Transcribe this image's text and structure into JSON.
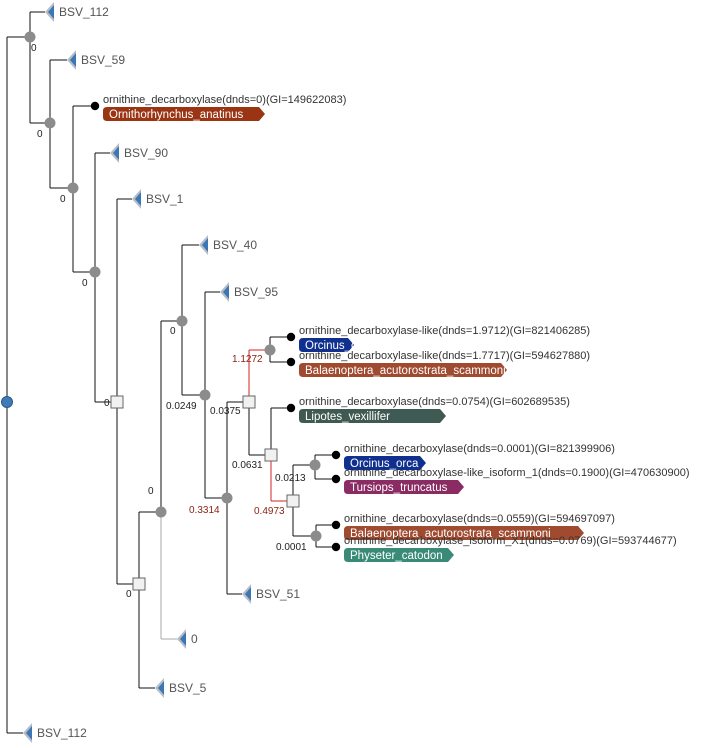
{
  "colors": {
    "branch": "#111111",
    "branch_gray": "#aaaaaa",
    "branch_red": "#d62222",
    "node_gray": "#8c8c8c",
    "root_node": "#3d7bb9",
    "dup_node_fill": "#f1f1f1",
    "leaf_black": "#000000",
    "triangle_light": "#b5bcc8",
    "triangle_blue": "#3c77b3"
  },
  "collapsed_leaves": [
    {
      "id": "c1",
      "label": "BSV_112"
    },
    {
      "id": "c2",
      "label": "BSV_59"
    },
    {
      "id": "c3",
      "label": "BSV_90"
    },
    {
      "id": "c4",
      "label": "BSV_1"
    },
    {
      "id": "c5",
      "label": "BSV_40"
    },
    {
      "id": "c6",
      "label": "BSV_95"
    },
    {
      "id": "c7",
      "label": "BSV_51"
    },
    {
      "id": "c8",
      "label": "0"
    },
    {
      "id": "c9",
      "label": "BSV_5"
    },
    {
      "id": "c10",
      "label": "BSV_112"
    }
  ],
  "gene_leaves": [
    {
      "id": "g1",
      "gene": "ornithine_decarboxylase(dnds=0)(GI=149622083)",
      "species": "Ornithorhynchus_anatinus",
      "species_color": "#9a3412"
    },
    {
      "id": "g2",
      "gene": "ornithine_decarboxylase-like(dnds=1.9712)(GI=821406285)",
      "species": "Orcinus_orca",
      "species_color": "#10308f"
    },
    {
      "id": "g3",
      "gene": "ornithine_decarboxylase-like(dnds=1.7717)(GI=594627880)",
      "species": "Balaenoptera_acutorostrata_scammoni",
      "species_color": "#a04a30"
    },
    {
      "id": "g4",
      "gene": "ornithine_decarboxylase(dnds=0.0754)(GI=602689535)",
      "species": "Lipotes_vexillifer",
      "species_color": "#3f5a52"
    },
    {
      "id": "g5",
      "gene": "ornithine_decarboxylase(dnds=0.0001)(GI=821399906)",
      "species": "Orcinus_orca",
      "species_color": "#10308f"
    },
    {
      "id": "g6",
      "gene": "ornithine_decarboxylase-like_isoform_1(dnds=0.1900)(GI=470630900)",
      "species": "Tursiops_truncatus",
      "species_color": "#8a2b63"
    },
    {
      "id": "g7",
      "gene": "ornithine_decarboxylase(dnds=0.0559)(GI=594697097)",
      "species": "Balaenoptera_acutorostrata_scammoni",
      "species_color": "#a04a30"
    },
    {
      "id": "g8",
      "gene": "ornithine_decarboxylase_isoform_X1(dnds=0.0769)(GI=593744677)",
      "species": "Physeter_catodon",
      "species_color": "#3a8a78"
    }
  ],
  "branch_values": [
    {
      "id": "b1",
      "value": "0",
      "red": false
    },
    {
      "id": "b2",
      "value": "0",
      "red": false
    },
    {
      "id": "b3",
      "value": "0",
      "red": false
    },
    {
      "id": "b4",
      "value": "0",
      "red": false
    },
    {
      "id": "b5",
      "value": "0",
      "red": false
    },
    {
      "id": "b6",
      "value": "0",
      "red": false
    },
    {
      "id": "b7",
      "value": "0",
      "red": false
    },
    {
      "id": "b8",
      "value": "0",
      "red": false
    },
    {
      "id": "b9",
      "value": "0.0249",
      "red": false
    },
    {
      "id": "b10",
      "value": "0.3314",
      "red": true
    },
    {
      "id": "b11",
      "value": "0.0375",
      "red": false
    },
    {
      "id": "b12",
      "value": "1.1272",
      "red": true
    },
    {
      "id": "b13",
      "value": "0.0631",
      "red": false
    },
    {
      "id": "b14",
      "value": "0.4973",
      "red": true
    },
    {
      "id": "b15",
      "value": "0.0213",
      "red": false
    },
    {
      "id": "b16",
      "value": "0.0001",
      "red": false
    }
  ]
}
